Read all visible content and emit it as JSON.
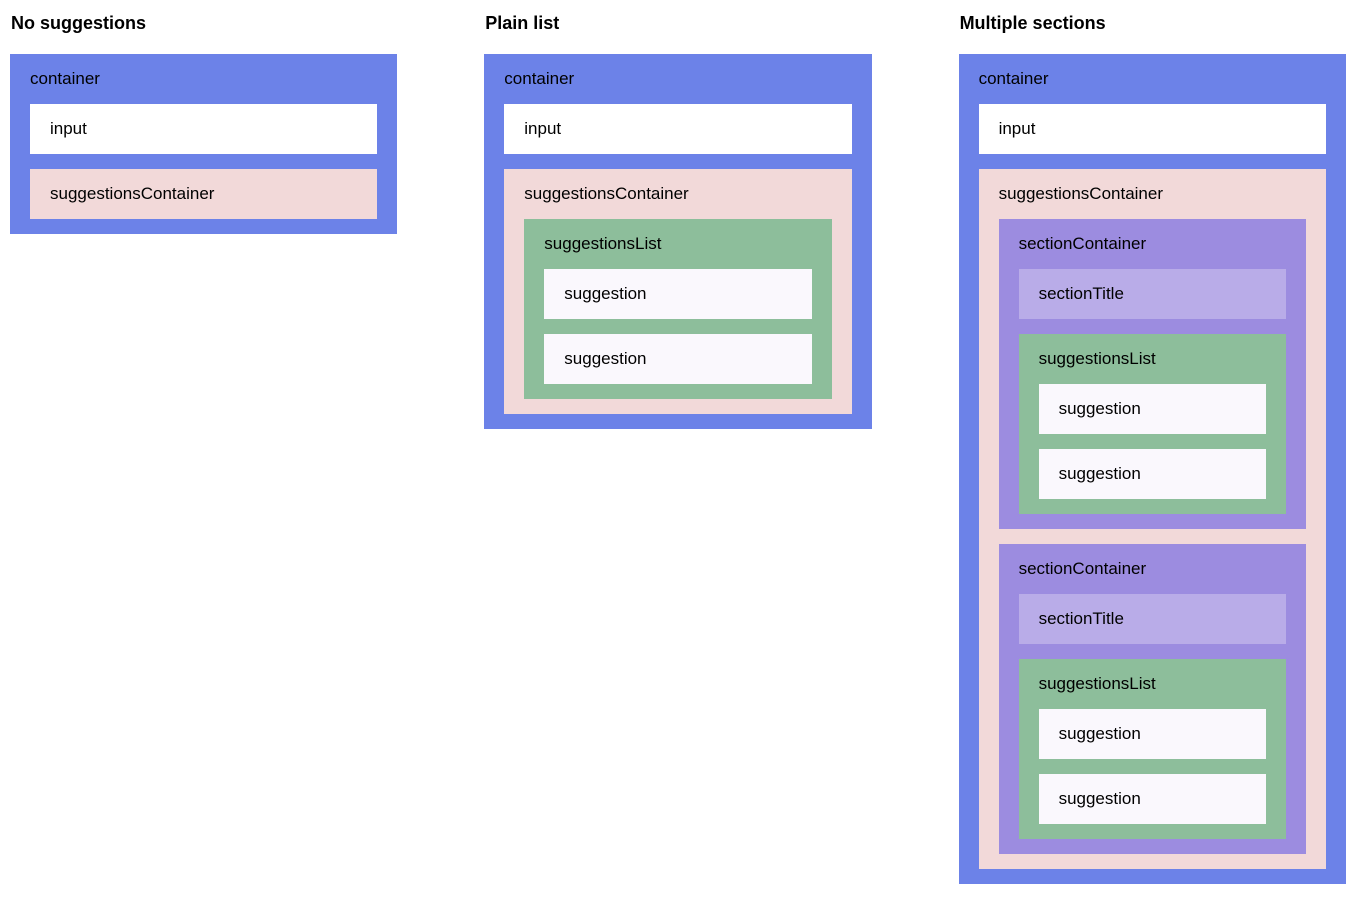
{
  "page": {
    "background": "#ffffff",
    "text_color": "#000000"
  },
  "columns": [
    {
      "heading": "No suggestions"
    },
    {
      "heading": "Plain list"
    },
    {
      "heading": "Multiple sections"
    }
  ],
  "labels": {
    "container": "container",
    "input": "input",
    "suggestionsContainer": "suggestionsContainer",
    "suggestionsList": "suggestionsList",
    "suggestion": "suggestion",
    "sectionContainer": "sectionContainer",
    "sectionTitle": "sectionTitle"
  },
  "colors": {
    "container": "#6c82e8",
    "input": "#ffffff",
    "suggestionsContainer": "#f2d9d9",
    "suggestionsList": "#8dbe9b",
    "suggestion": "#faf8fd",
    "sectionContainer": "#9c8ce0",
    "sectionTitle": "#b9ace8"
  }
}
